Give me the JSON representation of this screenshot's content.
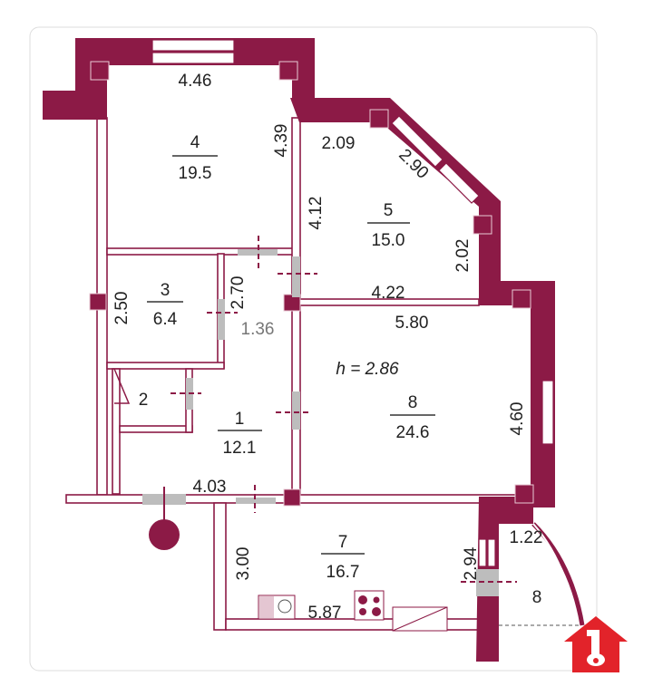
{
  "plan": {
    "wall_color": "#8c1a46",
    "ceiling_height": "h = 2.86",
    "rooms": [
      {
        "number": "1",
        "area": "12.1"
      },
      {
        "number": "2"
      },
      {
        "number": "3",
        "area": "6.4"
      },
      {
        "number": "4",
        "area": "19.5"
      },
      {
        "number": "5",
        "area": "15.0"
      },
      {
        "number": "7",
        "area": "16.7"
      },
      {
        "number": "8",
        "area": "24.6"
      },
      {
        "number": "8"
      }
    ],
    "dimensions": {
      "r4_top": "4.46",
      "r4_side": "4.39",
      "r5_top": "2.09",
      "r5_diag": "2.90",
      "r5_left": "4.12",
      "r5_right": "2.02",
      "r5_bottom": "4.22",
      "r8_top": "5.80",
      "r8_right": "4.60",
      "r3_side": "2.50",
      "corridor_side": "2.70",
      "corridor_width": "1.36",
      "r1_bottom": "4.03",
      "r7_side": "3.00",
      "r7_bottom": "5.87",
      "balcony_side": "2.94",
      "balcony_width": "1.22"
    }
  },
  "badge": {
    "icon": "house-key-icon",
    "color": "#e2232a"
  }
}
